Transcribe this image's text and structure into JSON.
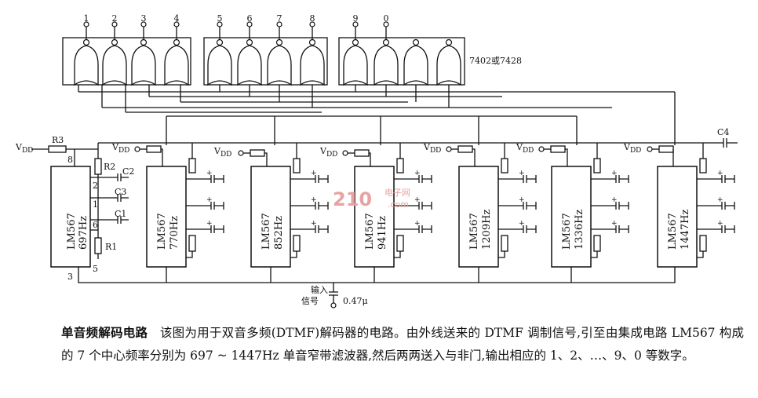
{
  "diagram": {
    "gate_chip_label": "7402或7428",
    "outputs": [
      "1",
      "2",
      "3",
      "4",
      "5",
      "6",
      "7",
      "8",
      "9",
      "0"
    ],
    "vdd": "V",
    "vdd_sub": "DD",
    "resistors": [
      "R3",
      "R2",
      "R1"
    ],
    "capacitors": [
      "C2",
      "C3",
      "C1",
      "C4"
    ],
    "pins": [
      "8",
      "2",
      "1",
      "6",
      "5",
      "3"
    ],
    "decoders": [
      {
        "name": "LM567",
        "freq": "697Hz"
      },
      {
        "name": "LM567",
        "freq": "770Hz"
      },
      {
        "name": "LM567",
        "freq": "852Hz"
      },
      {
        "name": "LM567",
        "freq": "941Hz"
      },
      {
        "name": "LM567",
        "freq": "1209Hz"
      },
      {
        "name": "LM567",
        "freq": "1336Hz"
      },
      {
        "name": "LM567",
        "freq": "1447Hz"
      }
    ],
    "input_label_line1": "输入",
    "input_label_line2": "信号",
    "input_cap": "0.47μ",
    "watermark_logo": "210",
    "watermark_cn": "电子网",
    "watermark_url": ".com"
  },
  "caption": {
    "title": "单音频解码电路",
    "body": "该图为用于双音多频(DTMF)解码器的电路。由外线送来的 DTMF 调制信号,引至由集成电路 LM567 构成的 7 个中心频率分别为 697 ~ 1447Hz 单音窄带滤波器,然后两两送入与非门,输出相应的 1、2、…、9、0 等数字。"
  }
}
